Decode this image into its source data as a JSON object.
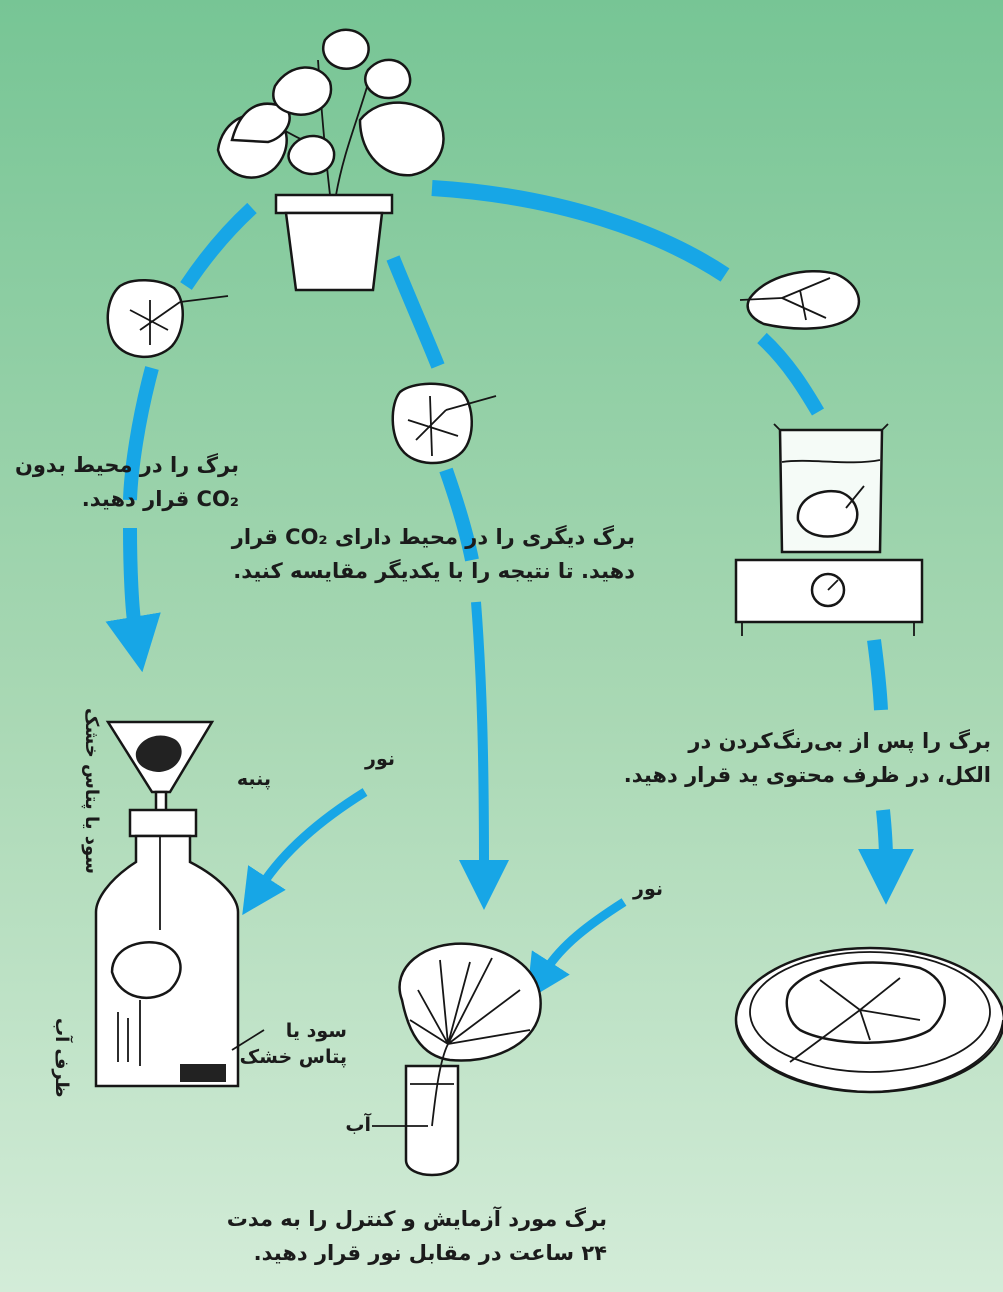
{
  "colors": {
    "arrow": "#17a6e6",
    "ink": "#161616",
    "bg_top": "#77c595",
    "bg_bottom": "#d3ecd8"
  },
  "steps": {
    "left_line1": "برگ را در محیط بدون",
    "left_line2": "CO₂ قرار دهید.",
    "middle_line1": "برگ دیگری را در محیط دارای CO₂ قرار",
    "middle_line2": "دهید. تا نتیجه را با یکدیگر مقایسه کنید.",
    "right_line1": "برگ را پس از بی‌رنگ‌کردن در",
    "right_line2": "الکل، در ظرف محتوی ید قرار دهید.",
    "bottom_line1": "برگ مورد آزمایش و کنترل را به مدت",
    "bottom_line2": "۲۴ ساعت در مقابل نور قرار دهید."
  },
  "labels": {
    "light_left": "نور",
    "light_middle": "نور",
    "cotton": "پنبه",
    "soda_potash_vertical": "سود یا پتاس خشک",
    "soda_line1": "سود یا",
    "soda_line2": "پتاس خشک",
    "water_container": "ظرف آب",
    "water": "آب"
  }
}
